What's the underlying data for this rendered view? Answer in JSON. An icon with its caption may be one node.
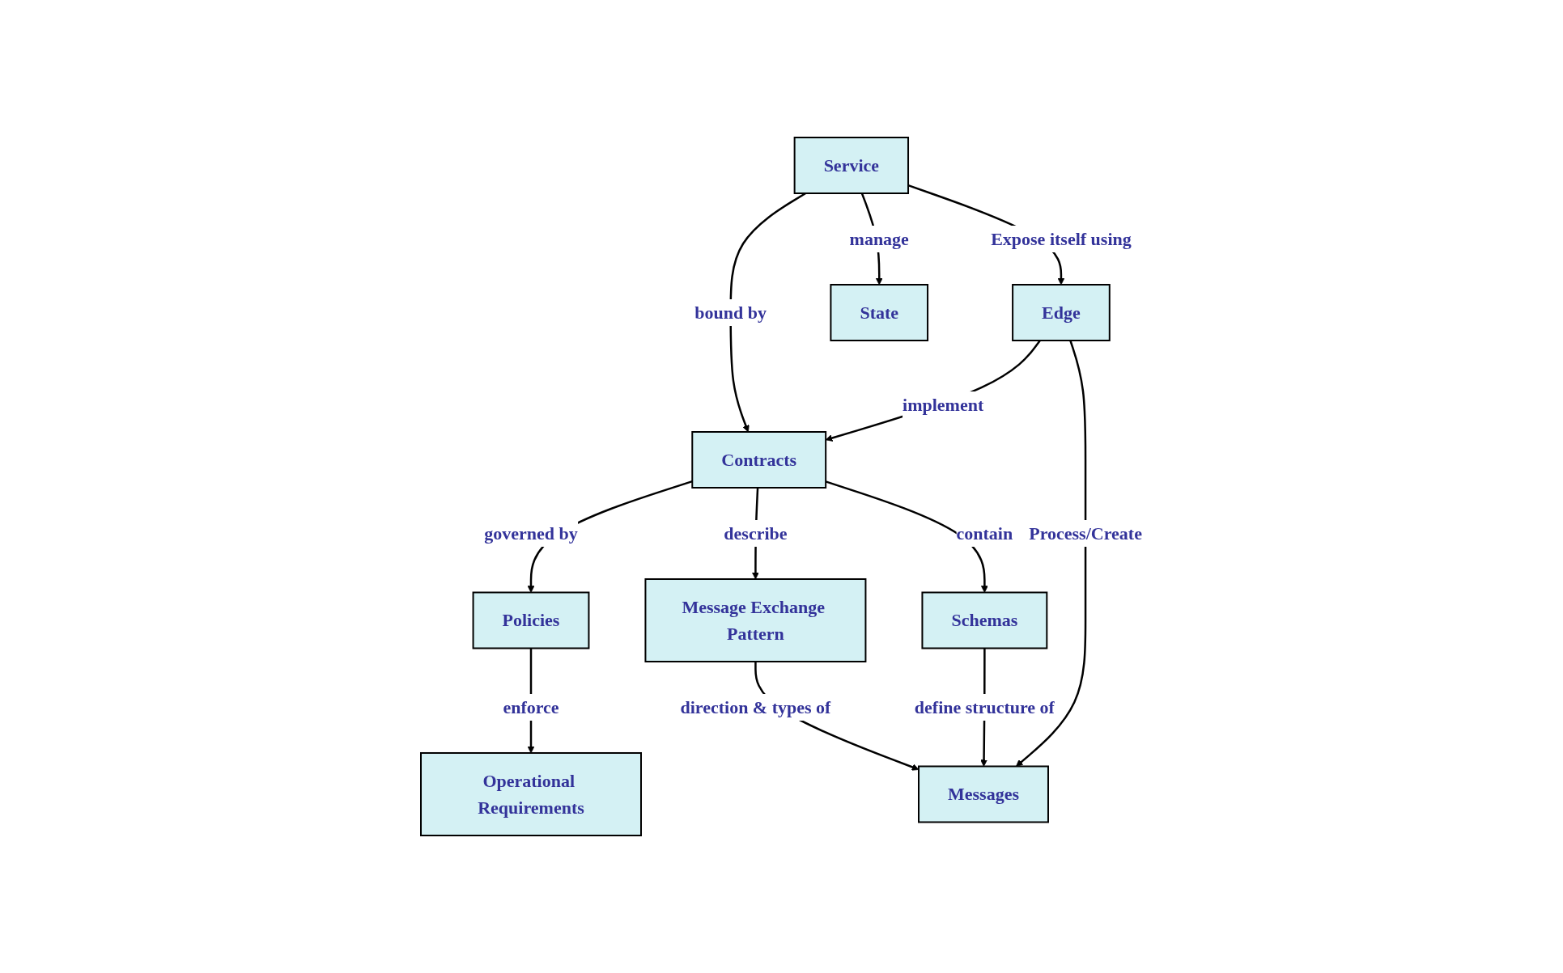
{
  "diagram": {
    "nodes": [
      {
        "text": [
          "Service"
        ]
      },
      {
        "text": [
          "Operational Requirements"
        ]
      },
      {
        "text": [
          "State"
        ]
      },
      {
        "text": [
          "Policies"
        ]
      },
      {
        "text": [
          "Edge"
        ]
      },
      {
        "text": [
          "Message Exchange Pattern"
        ]
      },
      {
        "text": [
          "Messages"
        ]
      },
      {
        "text": [
          "Contracts"
        ]
      },
      {
        "text": [
          "Schemas"
        ]
      }
    ],
    "edges": [
      {
        "from": 3,
        "to": 1,
        "arrow": "to",
        "label": "enforce"
      },
      {
        "from": 7,
        "to": 3,
        "arrow": "to",
        "label": "governed by"
      },
      {
        "from": 0,
        "to": 7,
        "arrow": "to",
        "label": "bound by"
      },
      {
        "from": 0,
        "to": 2,
        "arrow": "to",
        "label": "manage"
      },
      {
        "from": 0,
        "to": 4,
        "arrow": "to",
        "label": "Expose itself using"
      },
      {
        "from": 4,
        "to": 7,
        "arrow": "to",
        "label": "implement"
      },
      {
        "from": 4,
        "to": 6,
        "arrow": "to",
        "label": "Process/Create"
      },
      {
        "from": 7,
        "to": 5,
        "arrow": "to",
        "label": "describe"
      },
      {
        "from": 5,
        "to": 6,
        "arrow": "to",
        "label": "direction & types of"
      },
      {
        "from": 7,
        "to": 8,
        "arrow": "to",
        "label": "contain"
      },
      {
        "from": 8,
        "to": 6,
        "arrow": "to",
        "label": "define structure of"
      }
    ]
  }
}
